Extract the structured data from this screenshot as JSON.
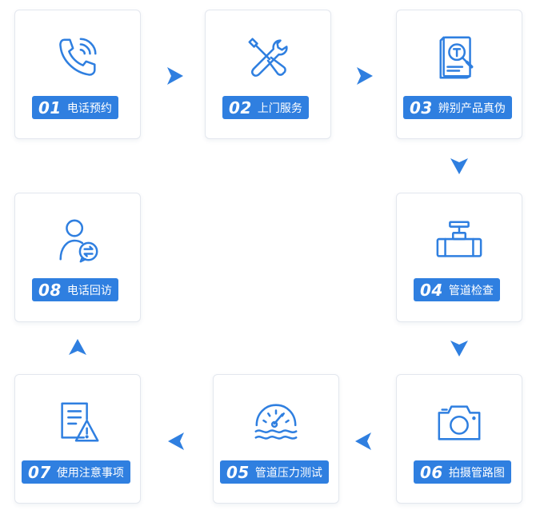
{
  "accent_color": "#2f7fe0",
  "steps": [
    {
      "num": "01",
      "text": "电话预约",
      "icon": "phone-icon"
    },
    {
      "num": "02",
      "text": "上门服务",
      "icon": "tools-icon"
    },
    {
      "num": "03",
      "text": "辨别产品真伪",
      "icon": "product-verify-icon"
    },
    {
      "num": "04",
      "text": "管道检查",
      "icon": "pipe-valve-icon"
    },
    {
      "num": "05",
      "text": "管道压力测试",
      "icon": "pressure-gauge-icon"
    },
    {
      "num": "06",
      "text": "拍摄管路图",
      "icon": "camera-icon"
    },
    {
      "num": "07",
      "text": "使用注意事项",
      "icon": "warning-document-icon"
    },
    {
      "num": "08",
      "text": "电话回访",
      "icon": "user-callback-icon"
    }
  ],
  "flow_arrows": [
    "right",
    "right",
    "down",
    "down",
    "left",
    "left",
    "up"
  ]
}
